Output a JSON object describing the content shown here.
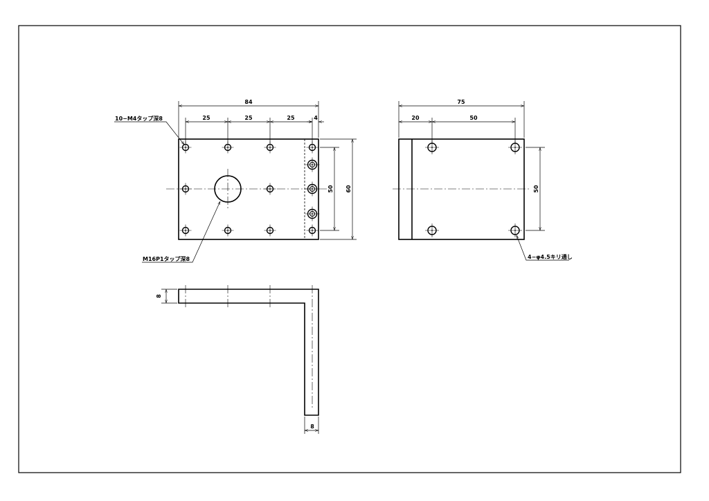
{
  "drawing": {
    "front_view": {
      "dims": {
        "overall_width": "84",
        "pitch_1": "25",
        "pitch_2": "25",
        "pitch_3": "25",
        "edge": "4",
        "hole_pitch_v": "50",
        "overall_height": "60"
      },
      "note_tapped_holes": "10−M4タップ深8",
      "note_center_hole": "M16P1タップ深8"
    },
    "side_view": {
      "dims": {
        "overall_width": "75",
        "offset": "20",
        "hole_pitch_h": "50",
        "hole_pitch_v": "50"
      },
      "note_holes": "4−φ4.5キリ通し"
    },
    "bottom_view": {
      "dims": {
        "thickness_top": "8",
        "thickness_leg": "8"
      }
    }
  }
}
